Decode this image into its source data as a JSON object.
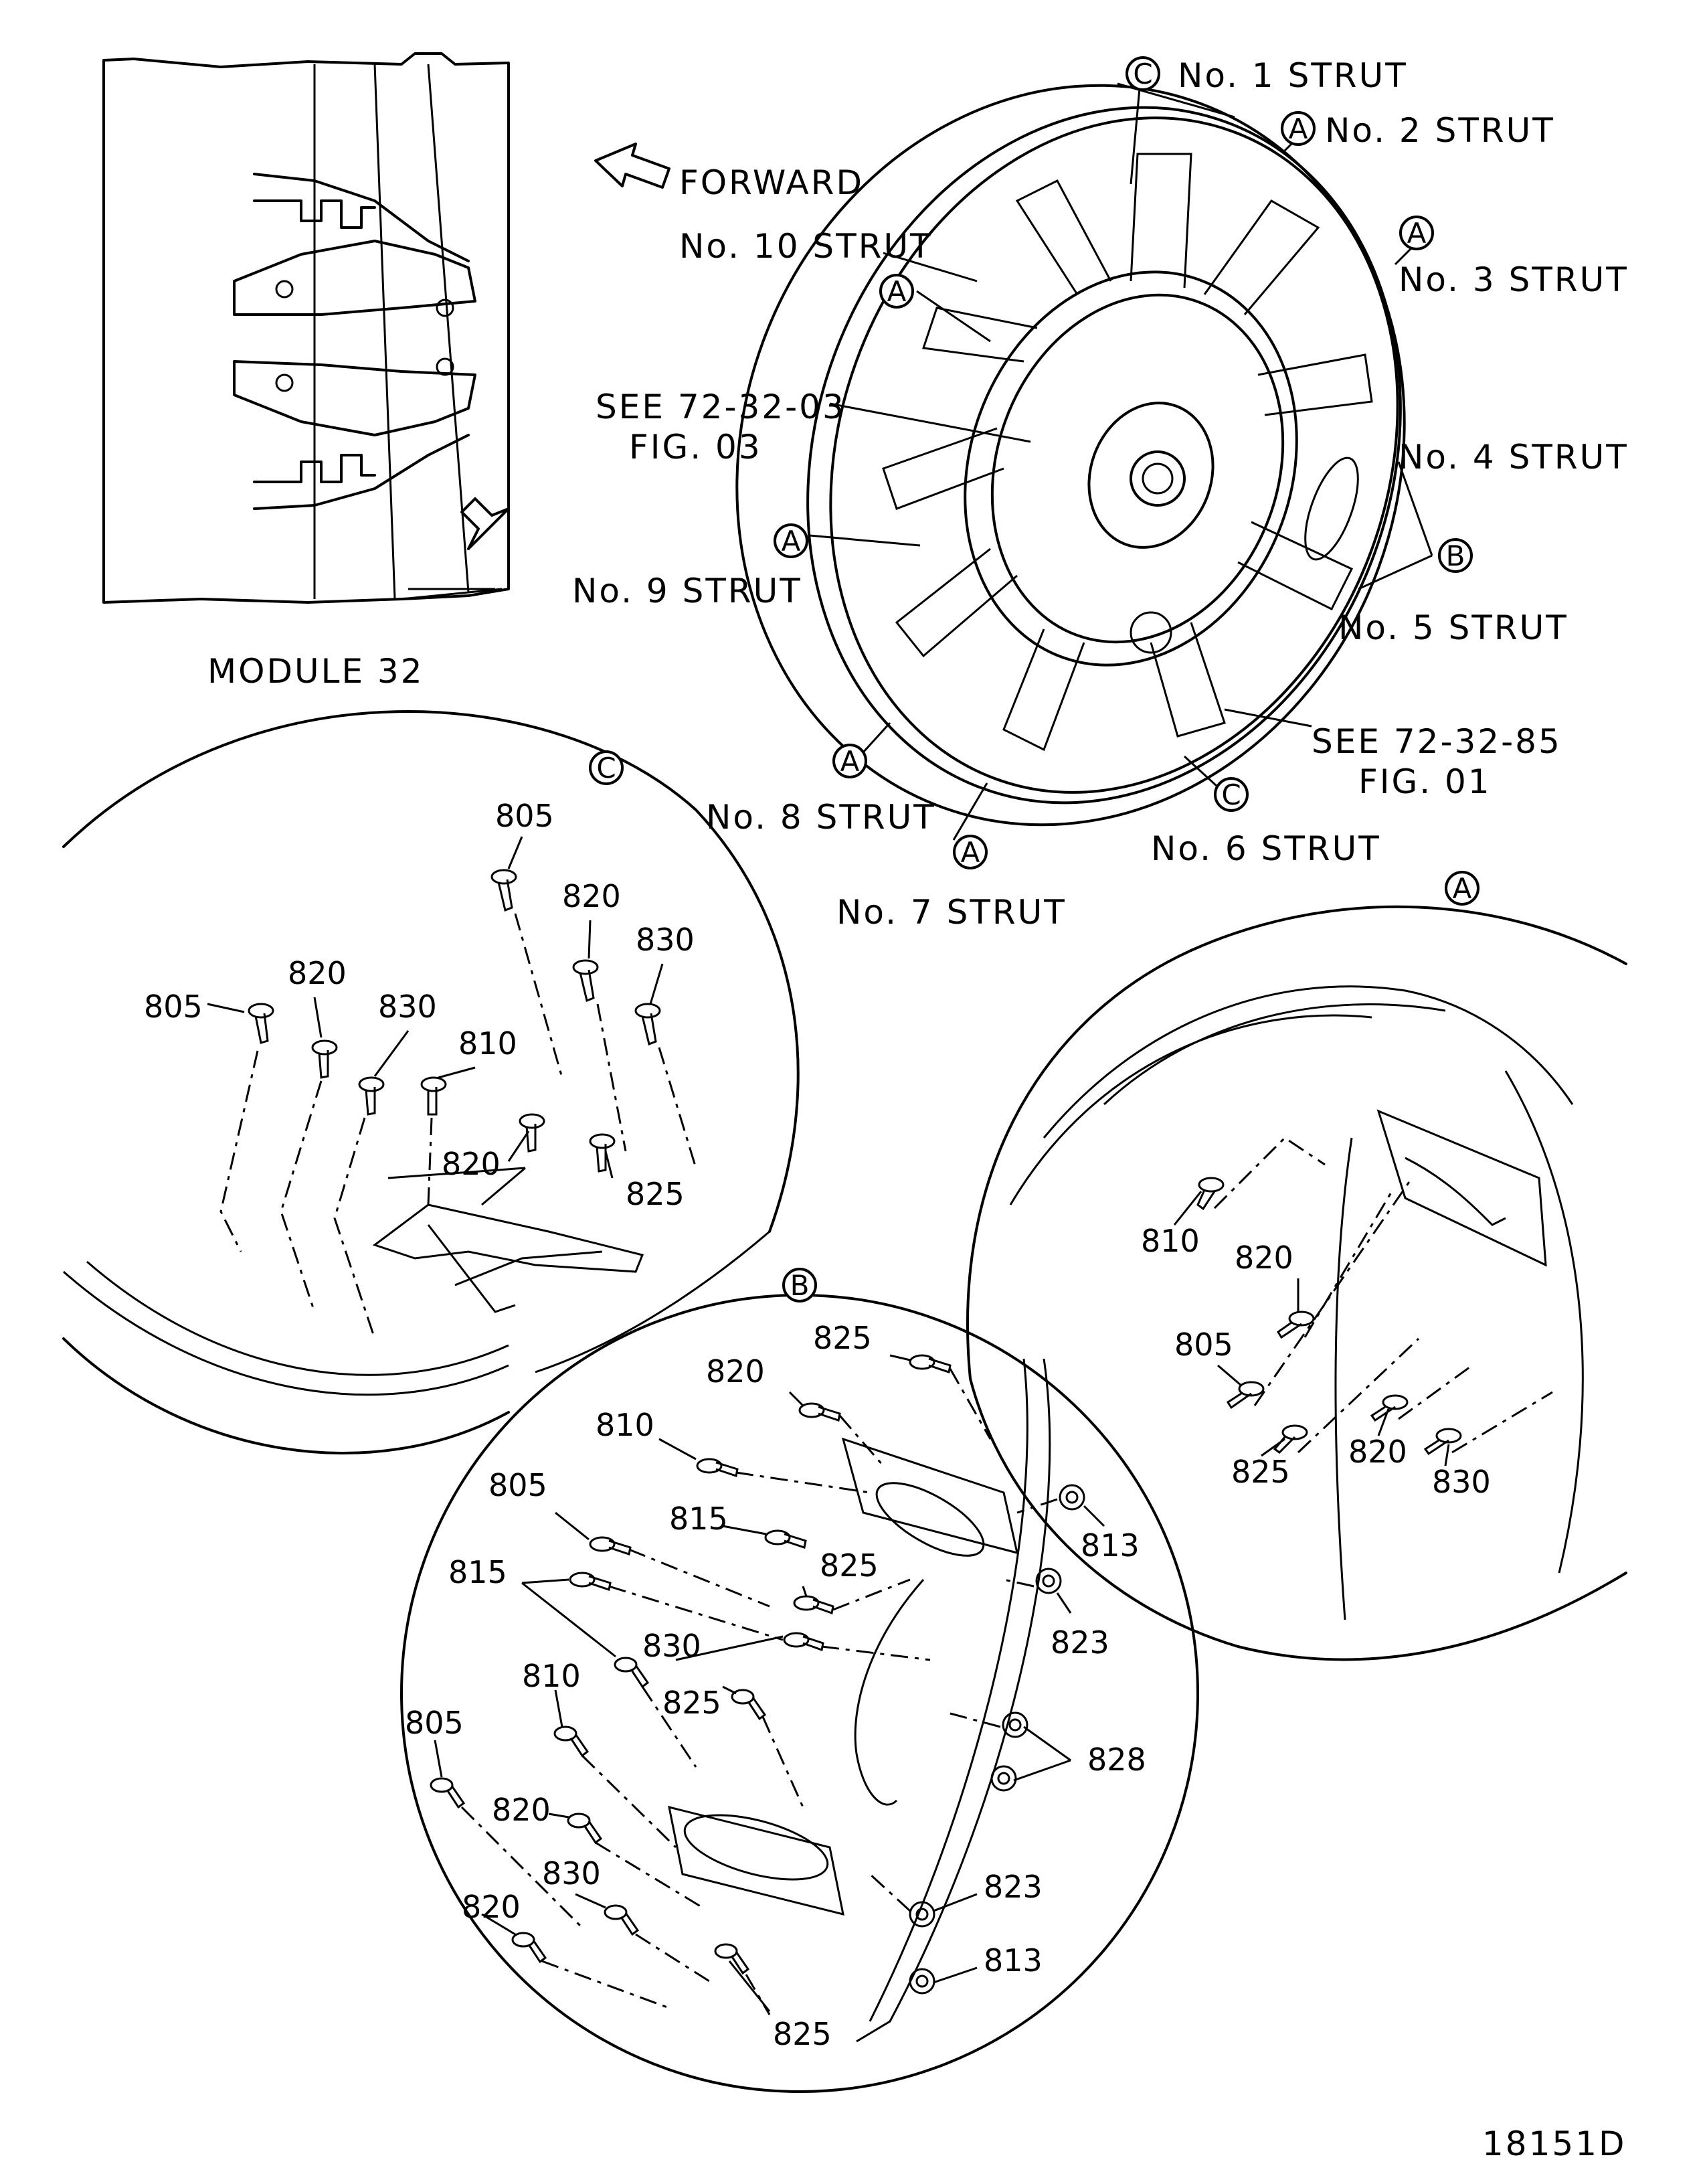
{
  "module_label": "MODULE 32",
  "forward_label": "FORWARD",
  "figure_number": "18151D",
  "references": {
    "ref_1_line1": "SEE 72-32-03",
    "ref_1_line2": "FIG. 03",
    "ref_2_line1": "SEE 72-32-85",
    "ref_2_line2": "FIG. 01"
  },
  "struts": {
    "s1": "No. 1 STRUT",
    "s2": "No. 2 STRUT",
    "s3": "No. 3 STRUT",
    "s4": "No. 4 STRUT",
    "s5": "No. 5 STRUT",
    "s6": "No. 6 STRUT",
    "s7": "No. 7 STRUT",
    "s8": "No. 8 STRUT",
    "s9": "No. 9 STRUT",
    "s10": "No. 10 STRUT"
  },
  "callouts": {
    "a": "A",
    "b": "B",
    "c": "C"
  },
  "parts": {
    "p805": "805",
    "p810": "810",
    "p813": "813",
    "p815": "815",
    "p820": "820",
    "p823": "823",
    "p825": "825",
    "p828": "828",
    "p830": "830"
  }
}
